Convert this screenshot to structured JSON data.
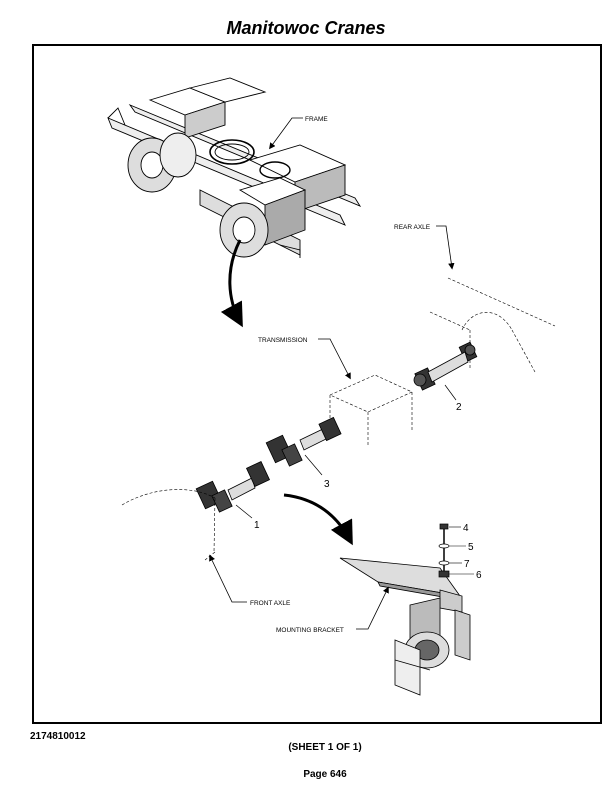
{
  "header": {
    "title": "Manitowoc Cranes"
  },
  "diagram": {
    "labels": {
      "frame": "FRAME",
      "rear_axle": "REAR AXLE",
      "transmission": "TRANSMISSION",
      "front_axle": "FRONT AXLE",
      "mounting_bracket": "MOUNTING BRACKET"
    },
    "callouts": [
      "1",
      "2",
      "3",
      "4",
      "5",
      "6",
      "7"
    ]
  },
  "footer": {
    "drawing_number": "2174810012",
    "sheet": "(SHEET 1 OF 1)",
    "page": "Page 646"
  }
}
